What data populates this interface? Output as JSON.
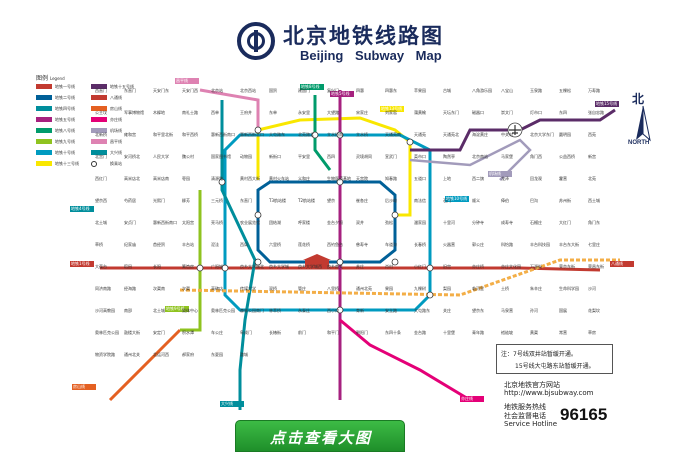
{
  "header": {
    "title_cn": "北京地铁线路图",
    "title_en": "Beijing Subway Map"
  },
  "legend": {
    "title": "图例",
    "title_en": "Legend",
    "items": [
      {
        "label": "地铁一号线",
        "color": "#c23a30"
      },
      {
        "label": "地铁二号线",
        "color": "#006098"
      },
      {
        "label": "地铁四号线",
        "color": "#008e9c"
      },
      {
        "label": "地铁五号线",
        "color": "#a6217f"
      },
      {
        "label": "地铁八号线",
        "color": "#009b6b"
      },
      {
        "label": "地铁九号线",
        "color": "#8fc31f"
      },
      {
        "label": "地铁十号线",
        "color": "#009bc0"
      },
      {
        "label": "地铁十三号线",
        "color": "#f9e700"
      },
      {
        "label": "地铁十五号线",
        "color": "#5b2c68"
      },
      {
        "label": "八通线",
        "color": "#c23a30"
      },
      {
        "label": "房山线",
        "color": "#e46022"
      },
      {
        "label": "亦庄线",
        "color": "#e40077"
      },
      {
        "label": "机场线",
        "color": "#a29bbb"
      },
      {
        "label": "昌平线",
        "color": "#de82b2"
      },
      {
        "label": "大兴线",
        "color": "#008e9c"
      },
      {
        "label": "换乘站",
        "color": "#ffffff"
      }
    ]
  },
  "north": {
    "label_cn": "北",
    "label_en": "NORTH"
  },
  "notice": {
    "line1": "注：7号线双井站暂缓开通。",
    "line2": "15号线大屯路东站暂缓开通。"
  },
  "info": {
    "site_label": "北京地铁官方网站",
    "site_url": "http://www.bjsubway.com",
    "hotline_label1": "地铁服务热线",
    "hotline_label2": "社会监督电话",
    "hotline_label3": "Service Hotline",
    "hotline_number": "96165"
  },
  "cta": {
    "label": "点击查看大图"
  },
  "line_tags": [
    {
      "label": "地铁5号线",
      "color": "#a6217f"
    },
    {
      "label": "地铁8号线",
      "color": "#009b6b"
    },
    {
      "label": "地铁13号线",
      "color": "#f9e700"
    },
    {
      "label": "地铁10号线",
      "color": "#009bc0"
    },
    {
      "label": "地铁15号线",
      "color": "#5b2c68"
    },
    {
      "label": "机场线",
      "color": "#a29bbb"
    },
    {
      "label": "地铁1号线",
      "color": "#c23a30"
    },
    {
      "label": "八通线",
      "color": "#c23a30"
    },
    {
      "label": "亦庄线",
      "color": "#e40077"
    },
    {
      "label": "大兴线",
      "color": "#008e9c"
    },
    {
      "label": "房山线",
      "color": "#e46022"
    },
    {
      "label": "地铁4号线",
      "color": "#008e9c"
    },
    {
      "label": "地铁9号线",
      "color": "#8fc31f"
    },
    {
      "label": "昌平线",
      "color": "#de82b2"
    }
  ],
  "stations": [
    "西直门",
    "东直门",
    "天安门东",
    "天安门西",
    "北京站",
    "北京西站",
    "国贸",
    "建国门",
    "复兴门",
    "四惠",
    "四惠东",
    "苹果园",
    "古城",
    "八角游乐园",
    "八宝山",
    "玉泉路",
    "五棵松",
    "万寿路",
    "公主坟",
    "军事博物馆",
    "木樨地",
    "南礼士路",
    "西单",
    "王府井",
    "东单",
    "永安里",
    "大望路",
    "宋家庄",
    "刘家窑",
    "蒲黄榆",
    "天坛东门",
    "磁器口",
    "崇文门",
    "灯市口",
    "东四",
    "张自忠路",
    "北新桥",
    "雍和宫",
    "和平里北街",
    "和平西桥",
    "惠新西街南口",
    "惠新西街北口",
    "大屯路东",
    "北苑路北",
    "立水桥南",
    "立水桥",
    "天通苑南",
    "天通苑",
    "天通苑北",
    "海淀黄庄",
    "中关村",
    "北京大学东门",
    "圆明园",
    "西苑",
    "北宫门",
    "安河桥北",
    "人民大学",
    "魏公村",
    "国家图书馆",
    "动物园",
    "新街口",
    "平安里",
    "西四",
    "灵境胡同",
    "宣武门",
    "菜市口",
    "陶然亭",
    "北京南站",
    "马家堡",
    "角门西",
    "公益西桥",
    "新宫",
    "西红门",
    "高米店北",
    "高米店南",
    "枣园",
    "清源路",
    "黄村西大街",
    "黄村火车站",
    "义和庄",
    "生物医药基地",
    "天宫院",
    "知春路",
    "五道口",
    "上地",
    "西二旗",
    "龙泽",
    "回龙观",
    "霍营",
    "北苑",
    "望京西",
    "芍药居",
    "光熙门",
    "柳芳",
    "三元桥",
    "东直门",
    "T3航站楼",
    "T2航站楼",
    "望京",
    "崔各庄",
    "后沙峪",
    "南法信",
    "石门",
    "顺义",
    "俸伯",
    "巴沟",
    "苏州街",
    "西土城",
    "北土城",
    "安贞门",
    "惠新西街南口",
    "太阳宫",
    "亮马桥",
    "农业展览馆",
    "团结湖",
    "呼家楼",
    "金台夕照",
    "双井",
    "劲松",
    "潘家园",
    "十里河",
    "分钟寺",
    "成寿寺",
    "石榴庄",
    "大红门",
    "角门东",
    "草桥",
    "纪家庙",
    "首经贸",
    "丰台站",
    "泥洼",
    "西局",
    "六里桥",
    "莲花桥",
    "西钓鱼台",
    "慈寿寺",
    "车道沟",
    "长春桥",
    "火器营",
    "郭公庄",
    "科怡路",
    "丰台科技园",
    "丰台东大街",
    "七里庄",
    "大葆台",
    "稻田",
    "长阳",
    "篱笆房",
    "广阳城",
    "良乡大学城北",
    "良乡大学城",
    "良乡大学城西",
    "良乡南关",
    "苏庄",
    "肖村",
    "小红门",
    "旧宫",
    "亦庄桥",
    "亦庄文化园",
    "万源街",
    "荣京东街",
    "荣昌东街",
    "同济南路",
    "经海路",
    "次渠南",
    "次渠",
    "高碑店",
    "传媒大学",
    "双桥",
    "管庄",
    "八里桥",
    "通州北苑",
    "果园",
    "九棵树",
    "梨园",
    "临河里",
    "土桥",
    "朱辛庄",
    "生命科学园",
    "沙河",
    "沙河高教园",
    "南邵",
    "北土城",
    "奥体中心",
    "奥林匹克公园",
    "森林公园南门",
    "林萃桥",
    "永泰庄",
    "西小口",
    "育新",
    "安立路",
    "大屯路东",
    "关庄",
    "望京东",
    "马泉营",
    "孙河",
    "国展",
    "花梨坎",
    "奥林匹克公园",
    "鼓楼大街",
    "安定门",
    "积水潭",
    "车公庄",
    "阜成门",
    "长椿街",
    "前门",
    "和平门",
    "朝阳门",
    "东四十条",
    "金台路",
    "十里堡",
    "青年路",
    "褡裢坡",
    "黄渠",
    "常营",
    "草房",
    "物资学院路",
    "通州北关",
    "北运河西",
    "郝家府",
    "东夏园",
    "潞城"
  ]
}
